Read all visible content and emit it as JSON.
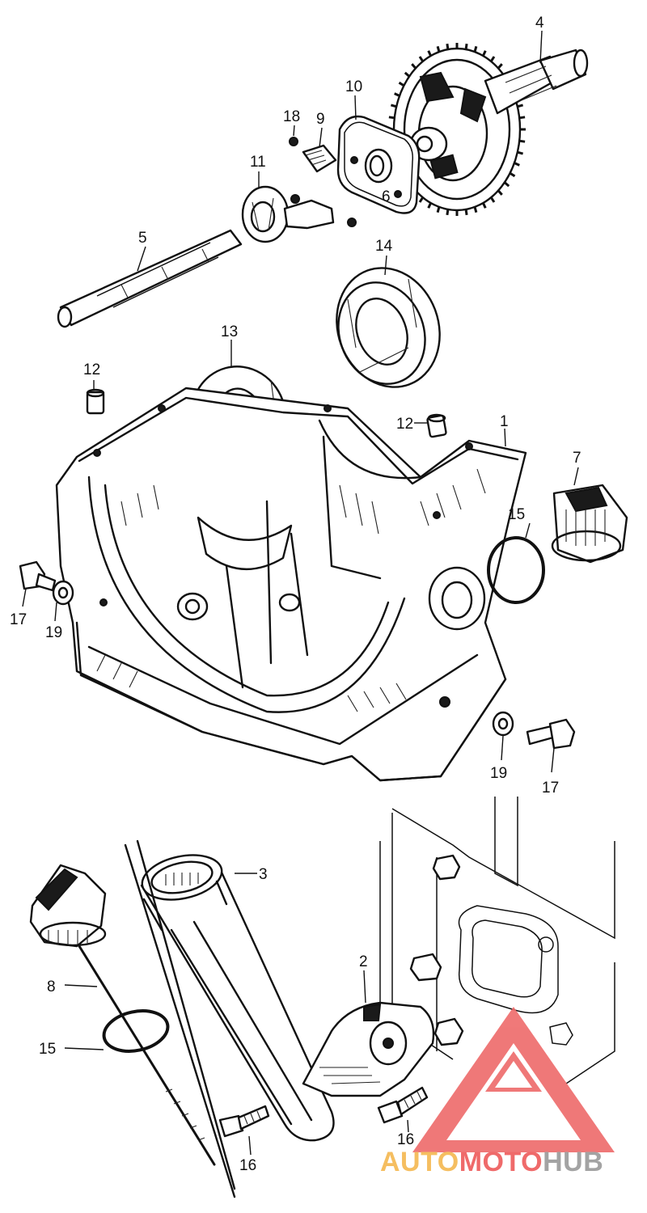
{
  "callouts": {
    "p1": "1",
    "p2": "2",
    "p3": "3",
    "p4": "4",
    "p5": "5",
    "p6": "6",
    "p7": "7",
    "p8": "8",
    "p9": "9",
    "p10": "10",
    "p11": "11",
    "p12a": "12",
    "p12b": "12",
    "p13": "13",
    "p14": "14",
    "p15a": "15",
    "p15b": "15",
    "p16a": "16",
    "p16b": "16",
    "p17a": "17",
    "p17b": "17",
    "p18": "18",
    "p19a": "19",
    "p19b": "19"
  },
  "watermark": {
    "part1": "AUTO",
    "part2": "MOTO",
    "part3": "HUB",
    "color_orange": "#f5b74f",
    "color_red": "#ee5a5a",
    "color_gray": "#9a9a9a"
  }
}
